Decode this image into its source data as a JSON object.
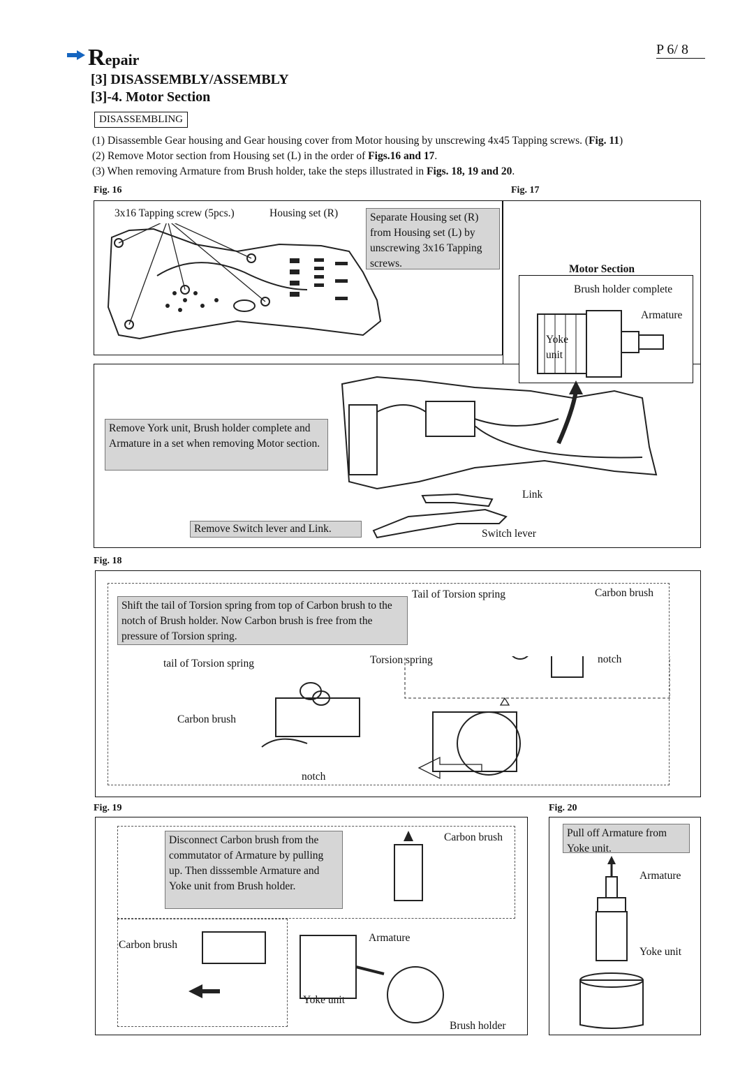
{
  "header": {
    "section_first_letter": "R",
    "section_rest": "epair",
    "page_number": "P  6/ 8",
    "title_1": "[3] DISASSEMBLY/ASSEMBLY",
    "title_2": "[3]-4. Motor Section",
    "tag": "DISASSEMBLING"
  },
  "steps": [
    {
      "prefix": "(1) Disassemble Gear housing and Gear housing cover from Motor housing by unscrewing 4x45 Tapping screws. (",
      "bold": "Fig. 11",
      "suffix": ")"
    },
    {
      "prefix": "(2) Remove Motor section from Housing set (L) in the order of ",
      "bold": "Figs.16 and 17",
      "suffix": "."
    },
    {
      "prefix": "(3) When removing Armature from Brush holder, take the steps illustrated in ",
      "bold": "Figs. 18, 19 and 20",
      "suffix": "."
    }
  ],
  "fig16": {
    "label": "Fig. 16",
    "screw_label": "3x16 Tapping screw (5pcs.)",
    "housing_label": "Housing set (R)",
    "note": "Separate Housing set (R) from Housing set (L) by unscrewing 3x16 Tapping screws."
  },
  "fig17": {
    "label": "Fig. 17",
    "motor_section": "Motor  Section",
    "brush_holder": "Brush holder complete",
    "armature": "Armature",
    "yoke": "Yoke",
    "unit": "unit",
    "note_york": "Remove York unit, Brush holder complete and Armature in a set when removing Motor section.",
    "note_switch": "Remove Switch lever and Link.",
    "link": "Link",
    "switch_lever": "Switch lever"
  },
  "fig18": {
    "label": "Fig. 18",
    "note": "Shift the tail of Torsion spring from top of Carbon brush to the notch of Brush holder. Now Carbon brush is free from the pressure of Torsion spring.",
    "tail_torsion_spring_top": "Tail of Torsion spring",
    "carbon_brush_top": "Carbon brush",
    "torsion_spring": "Torsion spring",
    "notch_right": "notch",
    "tail_torsion_spring": "tail of Torsion spring",
    "carbon_brush_left": "Carbon brush",
    "notch_bottom": "notch"
  },
  "fig19": {
    "label": "Fig. 19",
    "note": "Disconnect Carbon brush from the commutator of Armature by pulling up. Then disssemble Armature and Yoke unit from Brush holder.",
    "carbon_brush_top": "Carbon brush",
    "carbon_brush_left": "Carbon brush",
    "armature": "Armature",
    "yoke_unit": "Yoke unit",
    "brush_holder": "Brush holder"
  },
  "fig20": {
    "label": "Fig. 20",
    "note": "Pull off Armature from Yoke unit.",
    "armature": "Armature",
    "yoke_unit": "Yoke unit"
  }
}
